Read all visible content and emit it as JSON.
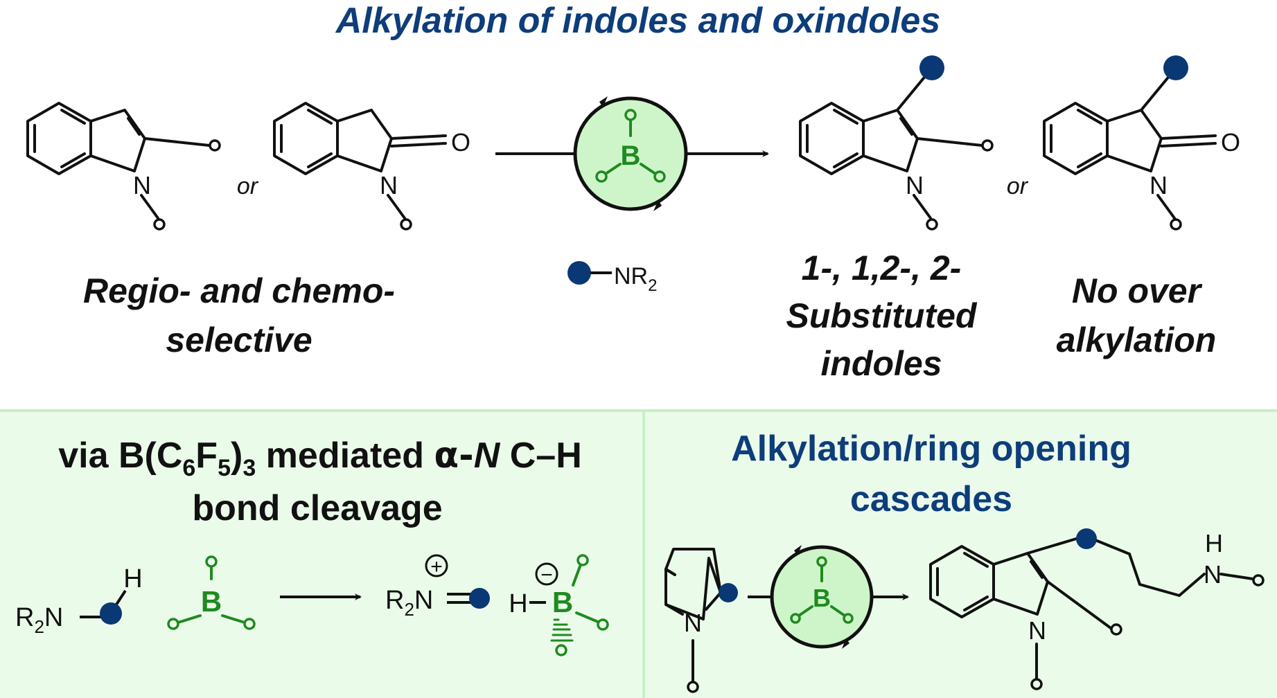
{
  "title": "Alkylation of indoles and oxindoles",
  "labels": {
    "or_left": "or",
    "or_right": "or",
    "regio_line1": "Regio- and chemo-",
    "regio_line2": "selective",
    "subst_line1": "1-, 1,2-, 2-",
    "subst_line2": "Substituted",
    "subst_line3": "indoles",
    "noover_line1": "No over",
    "noover_line2": "alkylation"
  },
  "atoms": {
    "N": "N",
    "O": "O",
    "B": "B",
    "H": "H",
    "R": "R",
    "sub2": "2",
    "plus": "+",
    "minus": "−"
  },
  "reagent": {
    "text": "NR",
    "sub": "2"
  },
  "bottom_left": {
    "line1_a": "via B(C",
    "line1_sub6": "6",
    "line1_b": "F",
    "line1_sub5": "5",
    "line1_c": ")",
    "line1_sub3": "3",
    "line1_d": " mediated ",
    "line1_alpha": "α-",
    "line1_N": "N",
    "line1_e": " C–H",
    "line2": "bond cleavage"
  },
  "bottom_right": {
    "line1": "Alkylation/ring opening",
    "line2": "cascades"
  },
  "colors": {
    "title_blue": "#0d3d7a",
    "dot_blue": "#0a3874",
    "boron_green": "#1f8a1f",
    "catalyst_fill": "#cef5c9",
    "panel_bg": "#ebfbea",
    "panel_border": "#c9efc6",
    "ink": "#111111"
  }
}
